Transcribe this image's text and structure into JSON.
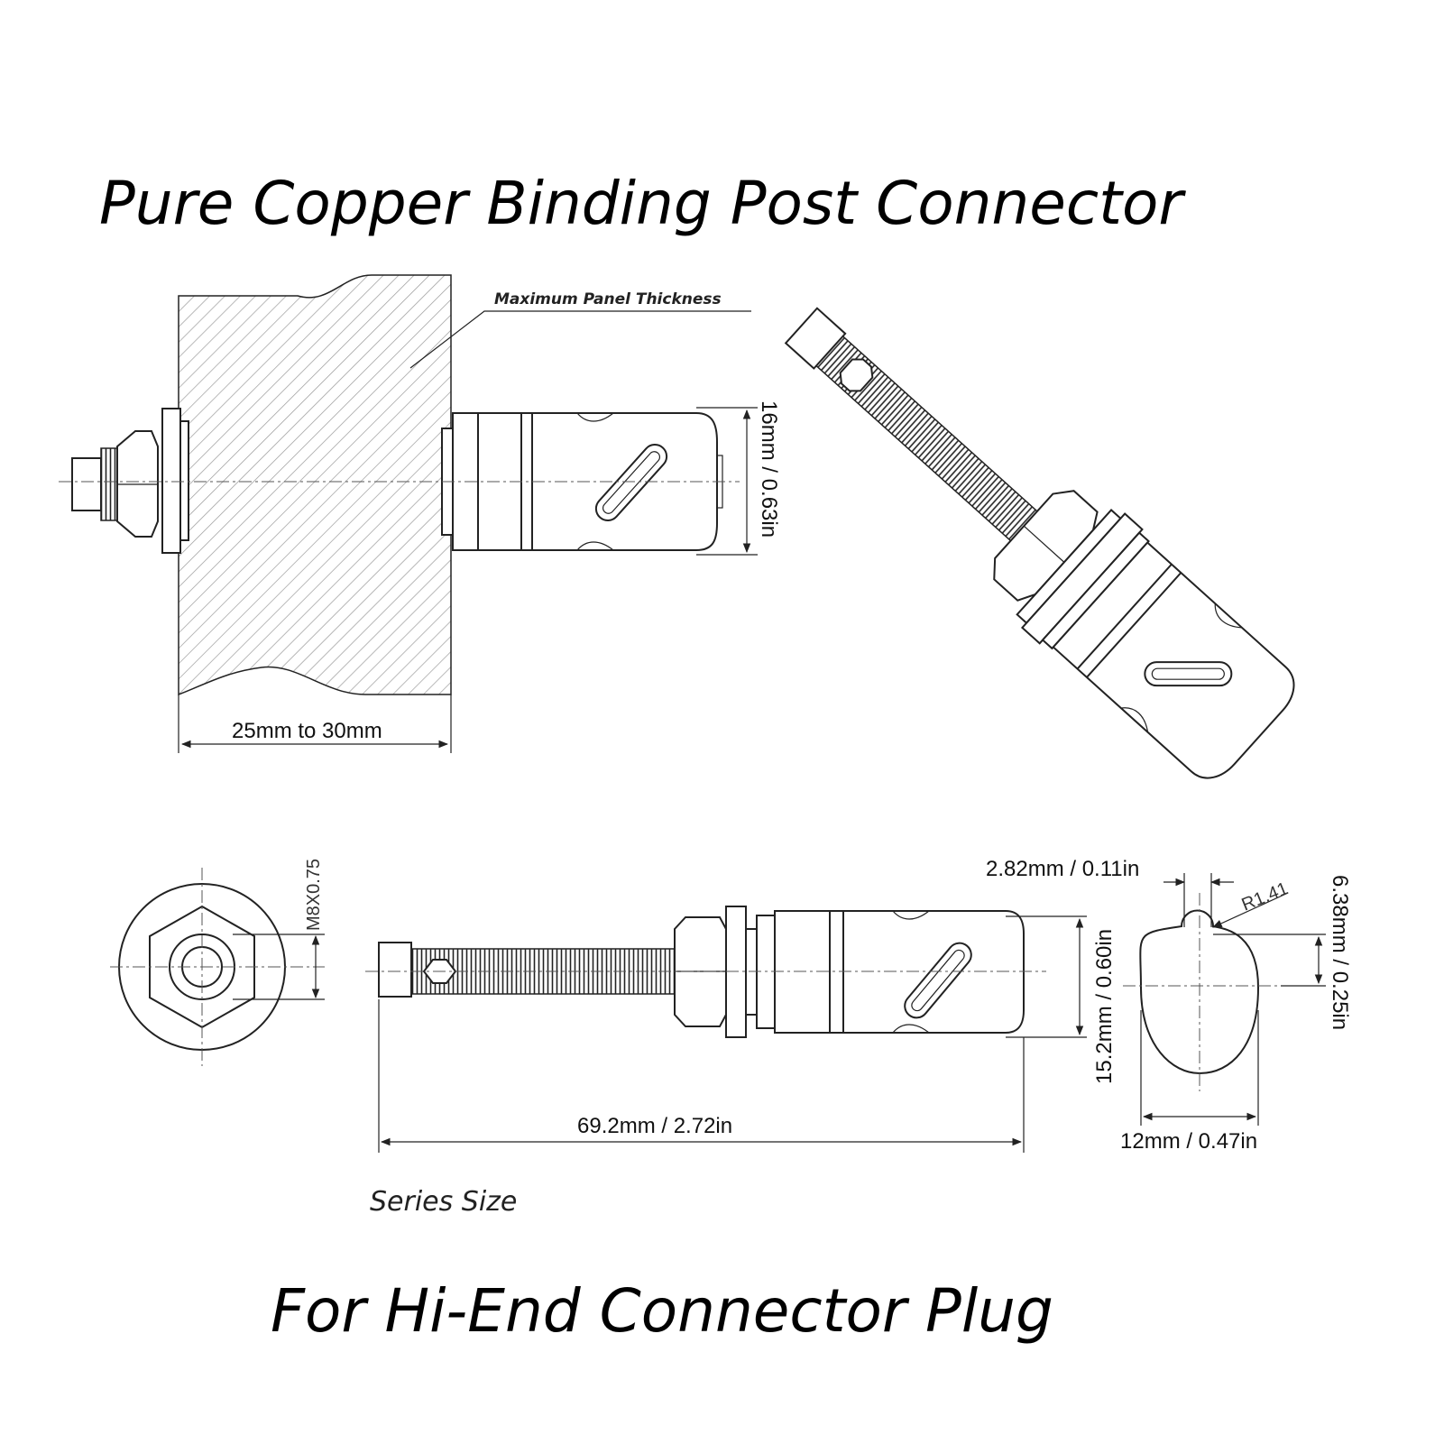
{
  "title": "Pure Copper Binding Post Connector",
  "subtitle": "For Hi-End Connector Plug",
  "panel_note": "Maximum Panel Thickness",
  "panel_range": "25mm to 30mm",
  "body_diameter_dim": "16mm / 0.63in",
  "thread_spec": "M8X0.75",
  "total_length_dim": "69.2mm / 2.72in",
  "front_diameter_dim": "15.2mm / 0.60in",
  "slot_width_dim": "2.82mm / 0.11in",
  "radius_dim": "R1.41",
  "hole_depth_dim": "6.38mm / 0.25in",
  "end_diameter_dim": "12mm / 0.47in",
  "series_label": "Series Size"
}
